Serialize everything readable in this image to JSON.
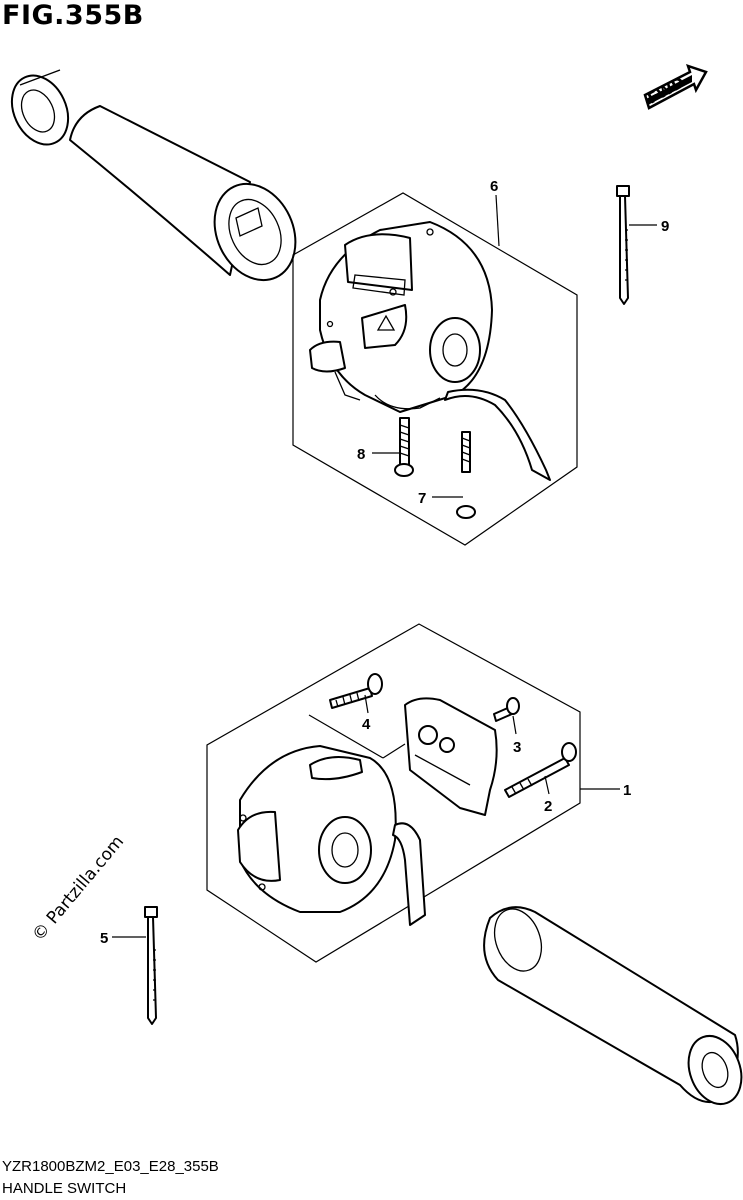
{
  "figure": {
    "title": "FIG.355B",
    "code": "YZR1800BZM2_E03_E28_355B",
    "name": "HANDLE SWITCH"
  },
  "direction_badge": {
    "label": "FWD"
  },
  "watermark": "© Partzilla.com",
  "callouts": [
    "1",
    "2",
    "3",
    "4",
    "5",
    "6",
    "7",
    "8",
    "9"
  ]
}
